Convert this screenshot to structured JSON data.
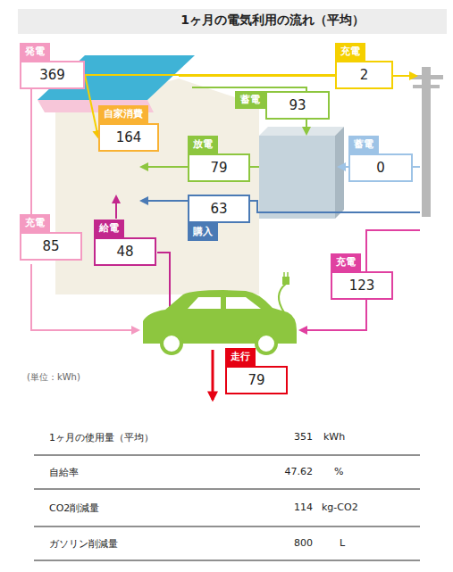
{
  "diagram": {
    "title": "1ヶ月の電気利用の流れ（平均）",
    "nodes": [
      {
        "text": [
          "発電",
          "369"
        ]
      },
      {
        "text": [
          "充電",
          "2"
        ]
      },
      {
        "text": [
          "蓄電",
          "93"
        ]
      },
      {
        "text": [
          "自家消費",
          "164"
        ]
      },
      {
        "text": [
          "放電",
          "79"
        ]
      },
      {
        "text": [
          "蓄電",
          "0"
        ]
      },
      {
        "text": [
          "購入",
          "63"
        ]
      },
      {
        "text": [
          "充電",
          "85"
        ]
      },
      {
        "text": [
          "給電",
          "48"
        ]
      },
      {
        "text": [
          "充電",
          "123"
        ]
      },
      {
        "text": [
          "走行",
          "79"
        ]
      }
    ],
    "edges": [
      {
        "from": 0,
        "to": 1,
        "arrow": "none"
      },
      {
        "from": 0,
        "to": 3,
        "arrow": "to"
      },
      {
        "from": 0,
        "to": 7,
        "arrow": "none"
      }
    ],
    "labels": [
      "(単位：kWh)",
      "1ヶ月の使用量（平均）",
      "351",
      "kWh",
      "自給率",
      "47.62",
      "%",
      "CO2削減量",
      "114",
      "kg-CO2",
      "ガソリン削減量",
      "800",
      "L"
    ]
  }
}
